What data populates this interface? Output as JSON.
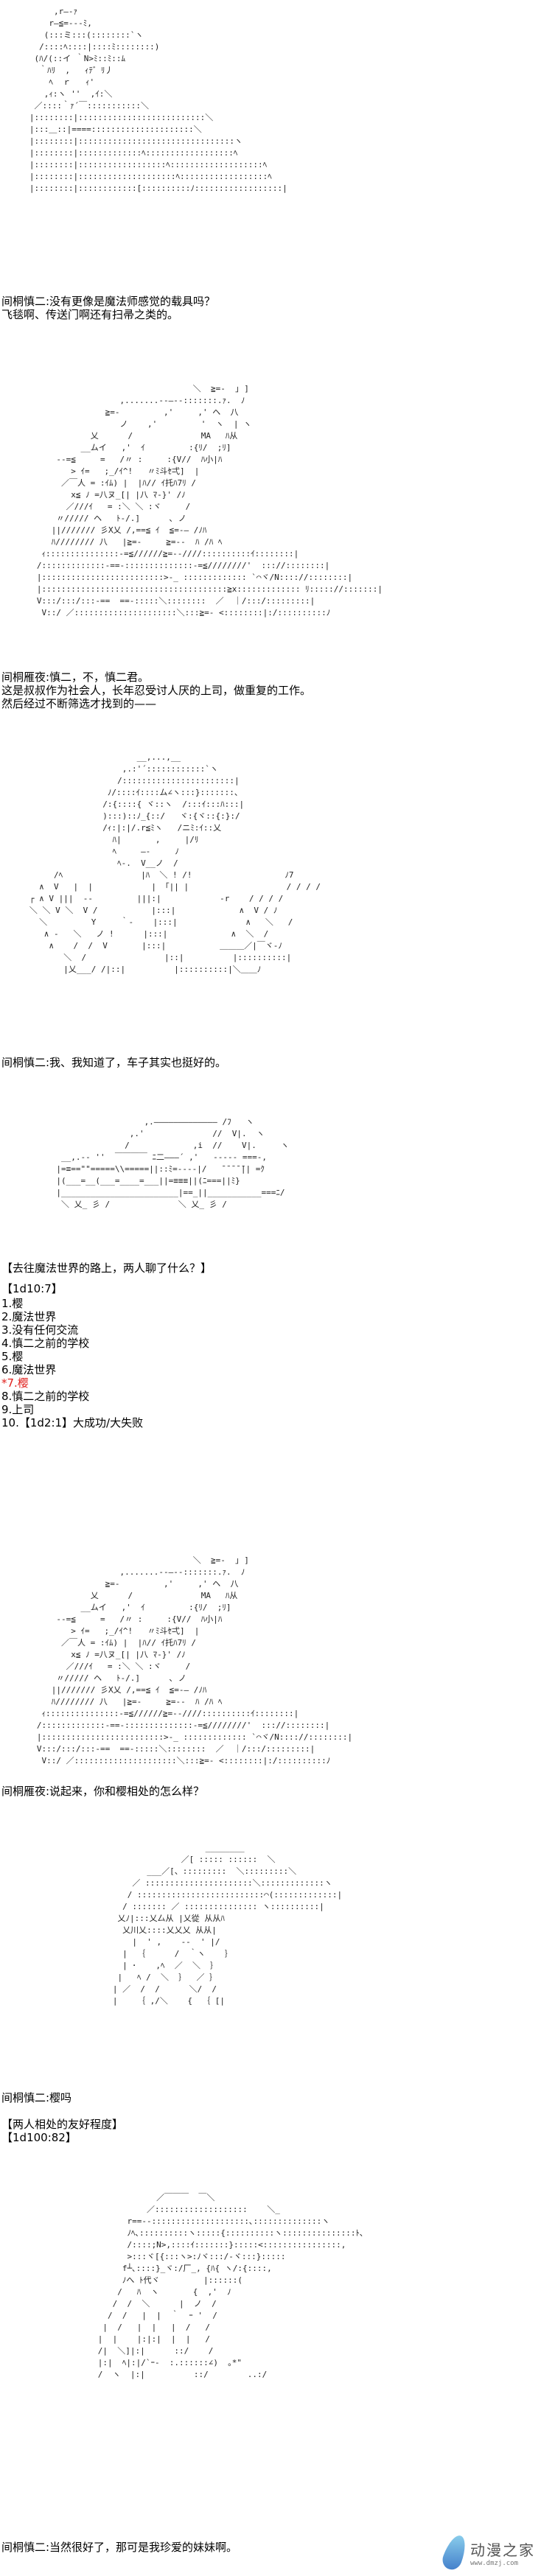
{
  "aa_blocks": [
    [
      "        ,r―-ｧ",
      "       r―≦=-‐-ﾐ,",
      "      (:::ミ:::(::::::::`ヽ",
      "     /::::ﾍ::::|::::ﾐ::::::::)",
      "    (ﾊ/(::イ ｀N>ﾐ::ﾐ::ﾑ",
      "     ｀ﾊﾘ  ,   ｨﾃ゛ﾘ丿",
      "       ﾍ  ｒ   ｨ'",
      "      ,ｨ:ヽ ''  ,ｲ:＼",
      "    ／::::｀ｧ´￣:::::::::::＼",
      "   |::::::::|::::::::::::::::::::::::::＼",
      "   |:::＿::|====:::::::::::::::::::::＼",
      "   |::::::::|::::::::::::::::::::::::::::::::ヽ",
      "   |::::::::|:::::::::::::ﾍ::::::::::::::::::ﾍ",
      "   |::::::::|::::::::::::::::::ﾍ:::::::::::::::::::ﾍ",
      "   |::::::::|::::::::::::::::::::ﾍ::::::::::::::::::ﾍ",
      "   |::::::::|::::::::::::[::::::::::ﾉ::::::::::::::::::|"
    ],
    [
      "                                   ＼  ≧=-  ｣ ]",
      "                    ,.......-‐―--:::::::.ｧ.  ﾉ",
      "                 ≧=-         ,'     ,' ヘ  八",
      "                    ノ    ,'         '  ヽ  | ヽ",
      "              乂      /              MA   ﾊ从",
      "            __ムイ   ,'  ｲ         :{ﾘ/  ;ﾘ]",
      "       --=≦     =   /〃 :     :{V//  ﾊ小|ﾊ",
      "          > ｲ=   ;_/ｲ^!   〃ﾐ斗ｾ弌]  |",
      "        ／￣人 = :ｲﾑ) |  |ﾊ// ｲ托ﾊ7ﾘ /",
      "          x≦ ﾉ =八ヌ_[| |八 ﾏ-}' /ﾉ",
      "         ／///ｲ   = :＼ ＼ :ヾ     /",
      "       〃///// ヘ   ﾄ-/.]      ､ ノ",
      "      ||/////// 彡X乂 /,==≦ ｲ  ≦=-― /ﾉﾊ",
      "      ﾊ//////// 八   |≧=-     ≧=--  ﾊ /ﾊ ﾍ",
      "    ｨ:::::::::::::::-=≦//////≧=--////::::::::::ｲ::::::::|",
      "   /:::::::::::::-==-::::::::::::::-=≦////////'  ::://::::::::|",
      "   |:::::::::::::::::::::::::>-_ ::::::::::::: `⌒ヾ/N:::://::::::::|",
      "   |::::::::::::::::::::::::::::::::::::::≧x::::::::::::: ﾘ::::://:::::::|",
      "   V:::/:::/:::-==  ==-:::::＼::::::::  ／  ｜/:::/:::::::::|",
      "    V::/ ／:::::::::::::::::::::＼:::≧=- <::::::::|:/::::::::::ﾉ"
    ],
    [
      "                         __,...,__",
      "                      ,.:'´::::::::::::`ヽ",
      "                     /:::::::::::::::::::::::|",
      "                   ﾉ/::::ｲ::::ム∠ヽ:::}:::::::、",
      "                  /:{::::{ ヾ::ヽ  /:::ｲ:::ﾊ:::|",
      "                  ):::)::ﾉ_{::/   ヾ:{ヾ::{:}:/",
      "                  /ｨ:|:|/.r≦ﾐヽ   /ニﾐ:ｲ::乂",
      "                    ﾊ|       ,     |/ﾘ",
      "                    ﾍ     ―-     ﾉ",
      "                     ﾍ-.  V__ノ  /",
      "        /ﾍ                |ﾊ  ＼ ! /!                   ﾉ7",
      "     ∧  V   |  |            | 「|| |                    / / / /",
      "   ┌ ∧ V |||  -‐         |||:|            -r    / / / /",
      "   ＼ ＼ V ＼  V /           |:::|             ∧  V / ﾉ",
      "     ＼         Y     ｀-    |:::|              ∧   ＼   /",
      "      ∧ -   ＼   ノ !      |:::|             ∧  ＼  /",
      "       ∧    /  /  V       |:::|           ＿＿＿／|￣ヾ-ﾉ",
      "          ＼  /                |::|          |::::::::::|",
      "          |乂___/ /|::|          |::::::::::|＼＿＿ﾉ"
    ],
    [
      "                         ,.――――――――――――― /ﾌ   ヽ",
      "                      ,.'              //  V|.  ヽ",
      "                     /             ,i  //    V|.     ヽ",
      "        __,.-‐ ''  ￣￣￣￣ ﾆ二―――´ ,'   ----- ===-,",
      "       |=≡==\"\"=====\\\\=====||::ﾐ=----|/   ̄ ̄ ̄ ̄ ̄|| =ｸ",
      "       |(___=__(___=____=___||=≡≡≡||(ﾆ===||ﾐ}",
      "       |________________________|==_||___________===ﾆ/",
      "        ＼ 乂_ 彡 /              ＼ 乂_ 彡 /"
    ],
    [
      "                                   ＼  ≧=-  ｣ ]",
      "                    ,.......-‐―--:::::::.ｧ.  ﾉ",
      "                 ≧=-         ,'     ,' ヘ  八",
      "              乂      /              MA   ﾊ从",
      "            __ムイ   ,'  ｲ         :{ﾘ/  ;ﾘ]",
      "       --=≦     =   /〃 :     :{V//  ﾊ小|ﾊ",
      "          > ｲ=   ;_/ｲ^!   〃ﾐ斗ｾ弌]  |",
      "        ／￣人 = :ｲﾑ) |  |ﾊ// ｲ托ﾊ7ﾘ /",
      "          x≦ ﾉ =八ヌ_[| |八 ﾏ-}' /ﾉ",
      "         ／///ｲ   = :＼ ＼ :ヾ     /",
      "       〃///// ヘ   ﾄ-/.]      ､ ノ",
      "      ||/////// 彡X乂 /,==≦ ｲ  ≦=-― /ﾉﾊ",
      "      ﾊ//////// 八   |≧=-     ≧=--  ﾊ /ﾊ ﾍ",
      "    ｨ:::::::::::::::-=≦//////≧=--////::::::::::ｲ::::::::|",
      "   /:::::::::::::-==-::::::::::::::-=≦////////'  ::://::::::::|",
      "   |:::::::::::::::::::::::::>-_ ::::::::::::: `⌒ヾ/N:::://::::::::|",
      "   V:::/:::/:::-==  ==-:::::＼::::::::  ／  ｜/:::/:::::::::|",
      "    V::/ ／:::::::::::::::::::::＼:::≧=- <::::::::|:/::::::::::ﾉ"
    ],
    [
      "                              ________",
      "                         ／[ ::::: ::::::  ＼",
      "                  ___／[、:::::::::  ＼:::::::::＼",
      "               ／ ::::::::::::::::::::::＼:::::::::::::ヽ",
      "              / ::::::::::::::::::::::::::⌒(:::::::::::::|",
      "             / ::::::: ／ ::::::::::::::: ヽ::::::::::|",
      "            乂ﾉ|:::乂厶从 |乂從 从从ﾊ",
      "             乂川乂::::乂乂乂 从从|",
      "               |  ' ,    -‐  ' |/  ",
      "             |  ｛      /  ｀ヽ    ｝",
      "             | ･    ,ﾍ  ／  ＼  ｝",
      "            |   ﾍ /  ＼  ｝  ／ ｝",
      "           | ／  /  /      ＼/  /",
      "           |    ｛ ,/＼    {  ｛ [|"
    ],
    [
      "                          ／￣￣￣  ￣＼",
      "                        ／:::::::::::::::::::    ＼_",
      "                    r==-‐::::::::::::::::::::､::::::::::::::ヽ",
      "                    ﾉﾍ､::::::::::ヽ:::::{::::::::::ヽ:::::::::::::::ﾄ､",
      "                    /::::;N>,::::ｲ:::::::}:::::<::::::::::::::::,",
      "                    >:::ヾ[{:::ヽ>:ﾉヾ:::/-ヾ:::}:::::",
      "                   f┴､::::}_ヾ:/厂_, {ﾊ{ ヽ/:{::::,",
      "                   ﾉへ ﾄ代ヾ         |::::::(",
      "                  /   ﾊ  ヽ       {  ,'  ﾉ",
      "                 /  /  ＼      |  ノ  /",
      "                /  /   |  |  ｀  ｰ '  /",
      "               |  /   |  |   |  /   /",
      "              |  |    |:|:|  |  |   /",
      "              /|  ＼]|:|      ::/    /",
      "              |:|  ﾍ|:|/`ｰ-  :.::::::∠)  ｡*\"",
      "              /  ヽ  |:|          ::/        ..:/"
    ]
  ],
  "dialogue": {
    "d1": [
      "间桐慎二:没有更像是魔法师感觉的载具吗？",
      "飞毯啊、传送门啊还有扫帚之类的。"
    ],
    "d2": [
      "间桐雁夜:慎二，不，慎二君。",
      "这是叔叔作为社会人，长年忍受讨人厌的上司，做重复的工作。",
      "然后经过不断筛选才找到的——"
    ],
    "d3": "间桐慎二:我、我知道了，车子其实也挺好的。",
    "poll_title": "【去往魔法世界的路上，两人聊了什么？】",
    "poll_roll": "【1d10:7】",
    "poll_options": [
      "1.樱",
      "2.魔法世界",
      "3.没有任何交流",
      "4.慎二之前的学校",
      "5.樱",
      "6.魔法世界",
      "*7.樱",
      "8.慎二之前的学校",
      "9.上司",
      "10.【1d2:1】大成功/大失败"
    ],
    "selected_color": "#e0201c",
    "d4": "间桐雁夜:说起来，你和樱相处的怎么样？",
    "d5": "间桐慎二:樱吗",
    "friend_title": "【两人相处的友好程度】",
    "friend_roll": "【1d100:82】",
    "d6": "间桐慎二:当然很好了，那可是我珍爱的妹妹啊。"
  },
  "watermark": {
    "name": "动漫之家",
    "url": "www.dmzj.com"
  }
}
